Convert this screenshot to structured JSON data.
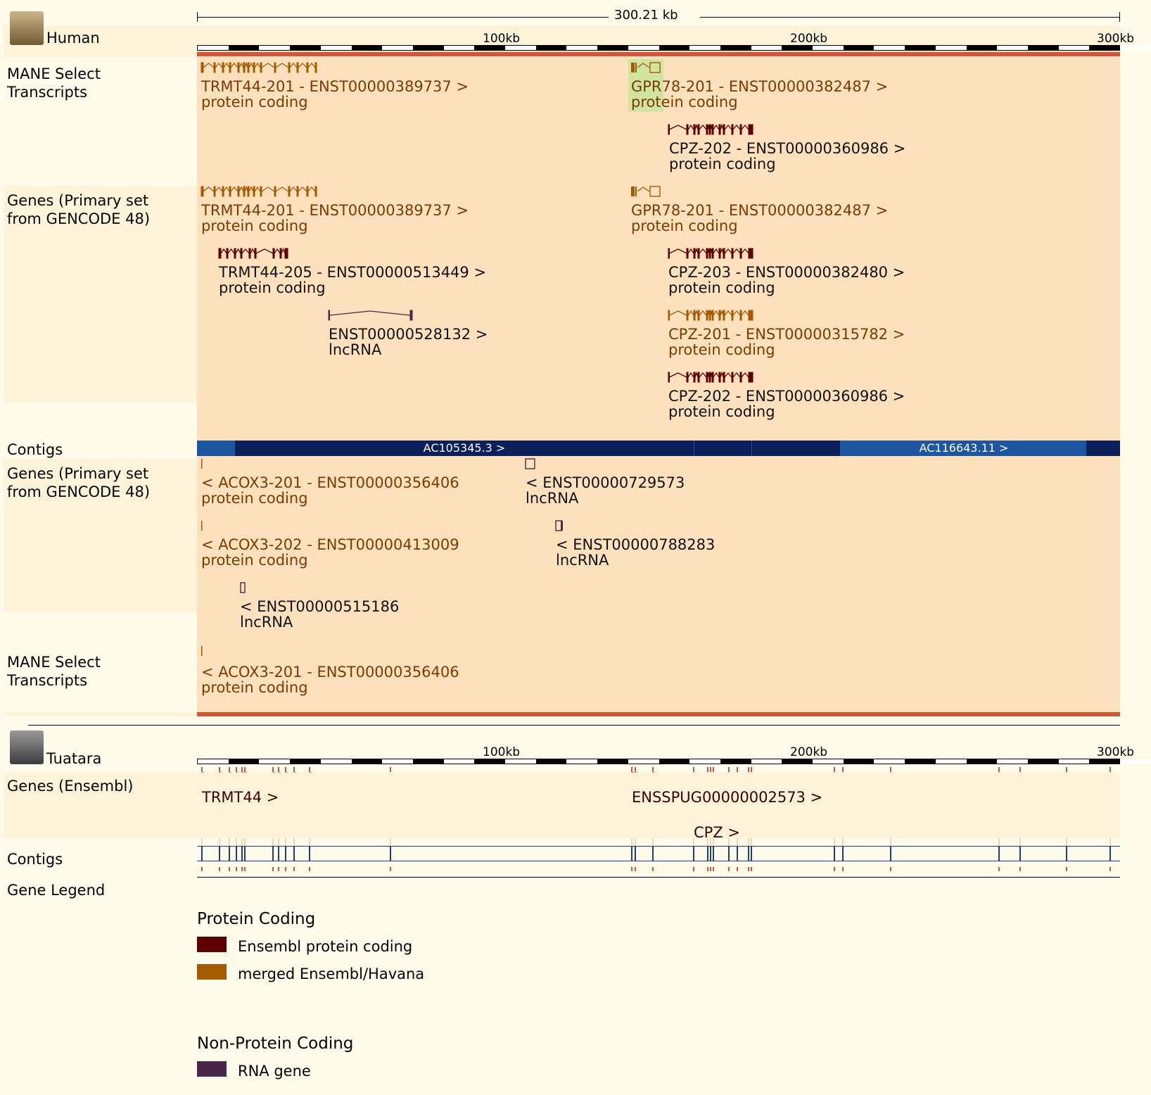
{
  "top_scale": {
    "label": "300.21 kb"
  },
  "human": {
    "species": "Human",
    "ruler": {
      "ticks": [
        "100kb",
        "200kb",
        "300kb"
      ]
    },
    "tracks": {
      "mane_top": {
        "label": "MANE Select\nTranscripts"
      },
      "genes_top": {
        "label": "Genes (Primary set\nfrom GENCODE 48)"
      },
      "contigs": {
        "label": "Contigs",
        "contigs": [
          "AC105345.3 >",
          "AC116643.11 >"
        ]
      },
      "genes_bottom": {
        "label": "Genes (Primary set\nfrom GENCODE 48)"
      },
      "mane_bottom": {
        "label": "MANE Select\nTranscripts"
      }
    },
    "mane_top_genes": [
      {
        "name": "TRMT44-201 - ENST00000389737 >",
        "biotype": "protein coding",
        "color": "#a35a00"
      },
      {
        "name": "GPR78-201 - ENST00000382487 >",
        "biotype": "protein coding",
        "color": "#a35a00"
      },
      {
        "name": "CPZ-202 - ENST00000360986 >",
        "biotype": "protein coding",
        "color": "#5c0000"
      }
    ],
    "genes_top_list": [
      {
        "name": "TRMT44-201 - ENST00000389737 >",
        "biotype": "protein coding"
      },
      {
        "name": "GPR78-201 - ENST00000382487 >",
        "biotype": "protein coding"
      },
      {
        "name": "TRMT44-205 - ENST00000513449 >",
        "biotype": "protein coding"
      },
      {
        "name": "CPZ-203 - ENST00000382480 >",
        "biotype": "protein coding"
      },
      {
        "name": "ENST00000528132 >",
        "biotype": "lncRNA"
      },
      {
        "name": "CPZ-201 - ENST00000315782 >",
        "biotype": "protein coding"
      },
      {
        "name": "CPZ-202 - ENST00000360986 >",
        "biotype": "protein coding"
      }
    ],
    "genes_bottom_list": [
      {
        "name": "< ACOX3-201 - ENST00000356406",
        "biotype": "protein coding"
      },
      {
        "name": "< ENST00000729573",
        "biotype": "lncRNA"
      },
      {
        "name": "< ACOX3-202 - ENST00000413009",
        "biotype": "protein coding"
      },
      {
        "name": "< ENST00000788283",
        "biotype": "lncRNA"
      },
      {
        "name": "< ENST00000515186",
        "biotype": "lncRNA"
      }
    ],
    "mane_bottom_genes": [
      {
        "name": "< ACOX3-201 - ENST00000356406",
        "biotype": "protein coding"
      }
    ]
  },
  "tuatara": {
    "species": "Tuatara",
    "ruler": {
      "ticks": [
        "100kb",
        "200kb",
        "300kb"
      ]
    },
    "tracks": {
      "genes": {
        "label": "Genes (Ensembl)",
        "genes": [
          "TRMT44 >",
          "ENSSPUG00000002573 >",
          "CPZ >"
        ]
      },
      "contigs": {
        "label": "Contigs"
      }
    }
  },
  "legend": {
    "label": "Gene Legend",
    "sections": [
      {
        "heading": "Protein Coding",
        "items": [
          {
            "label": "Ensembl protein coding",
            "color": "#5c0000"
          },
          {
            "label": "merged Ensembl/Havana",
            "color": "#a35a00"
          }
        ]
      },
      {
        "heading": "Non-Protein Coding",
        "items": [
          {
            "label": "RNA gene",
            "color": "#4a264a"
          }
        ]
      }
    ]
  },
  "colors": {
    "brown_merged": "#a35a00",
    "dark_ensembl": "#5c0000",
    "rna": "#4a264a",
    "highlight": "#d1e5a0",
    "red_bar": "#d0553a",
    "contig_dark": "#0b1f5a",
    "contig_light": "#1c55a0"
  }
}
